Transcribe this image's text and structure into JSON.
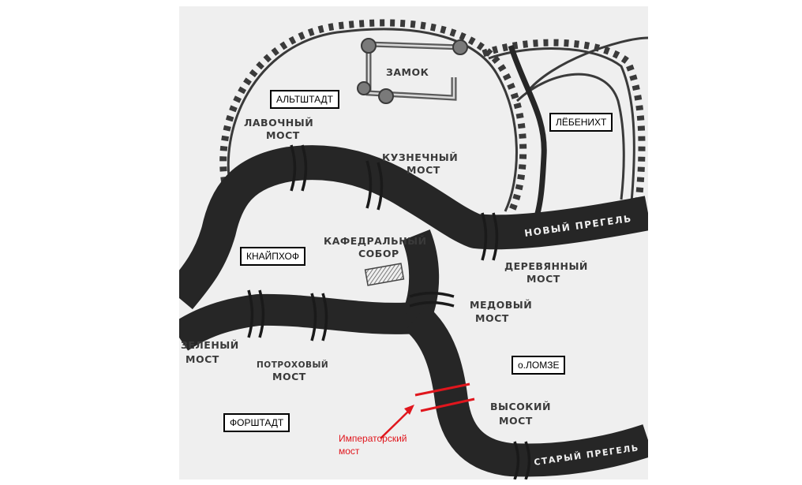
{
  "regions": {
    "altstadt": "АЛЬТШТАДТ",
    "lebenicht": "ЛЁБЕНИХТ",
    "kneiphof": "КНАЙПХОФ",
    "lomse": "о.ЛОМЗЕ",
    "vorstadt": "ФОРШТАДТ"
  },
  "places": {
    "castle": "ЗАМОК",
    "cathedral": [
      "КАФЕДРАЛЬНЫЙ",
      "СОБОР"
    ]
  },
  "bridges": {
    "lavochny": [
      "ЛАВОЧНЫЙ",
      "МОСТ"
    ],
    "kuznechny": [
      "КУЗНЕЧНЫЙ",
      "МОСТ"
    ],
    "derevyanny": [
      "ДЕРЕВЯННЫЙ",
      "МОСТ"
    ],
    "medovy": [
      "МЕДОВЫЙ",
      "МОСТ"
    ],
    "zeleny": [
      "ЗЕЛЕНЫЙ",
      "МОСТ"
    ],
    "potrokhovy": [
      "ПОТРОХОВЫЙ",
      "МОСТ"
    ],
    "vysoky": [
      "ВЫСОКИЙ",
      "МОСТ"
    ]
  },
  "rivers": {
    "new_pregel": "НОВЫЙ ПРЕГЕЛЬ",
    "old_pregel": "СТАРЫЙ ПРЕГЕЛЬ"
  },
  "annotation": {
    "line1": "Императорский",
    "line2": "мост",
    "color": "#e0161d"
  },
  "colors": {
    "river": "#262626",
    "land": "#efefef",
    "ink": "#3a3a3a"
  }
}
